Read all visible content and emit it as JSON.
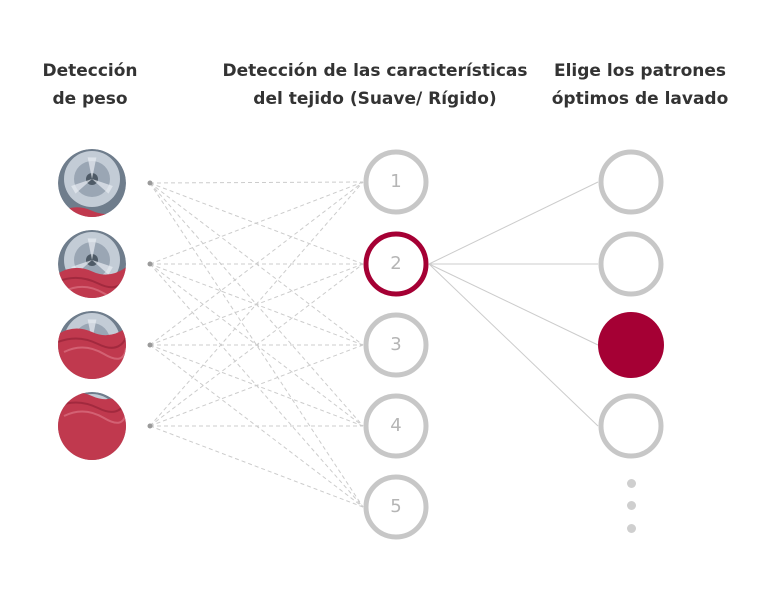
{
  "headers": {
    "weight": [
      "Detección",
      "de peso"
    ],
    "fabric": [
      "Detección de las características",
      "del tejido (Suave/ Rígido)"
    ],
    "patterns": [
      "Elige los patrones",
      "óptimos de lavado"
    ]
  },
  "fabric_nodes": [
    {
      "label": "1",
      "selected": false
    },
    {
      "label": "2",
      "selected": true
    },
    {
      "label": "3",
      "selected": false
    },
    {
      "label": "4",
      "selected": false
    },
    {
      "label": "5",
      "selected": false
    }
  ],
  "pattern_nodes": [
    {
      "filled": false
    },
    {
      "filled": false
    },
    {
      "filled": true
    },
    {
      "filled": false
    }
  ],
  "load_levels": [
    0.15,
    0.45,
    0.75,
    1.0
  ],
  "colors": {
    "accent": "#a50034",
    "ring": "#c7c7c7",
    "line": "#cccccc",
    "text": "#333333",
    "number": "#b5b5b5",
    "fabric": "#c0394e",
    "drum": "#9aa6b4"
  }
}
